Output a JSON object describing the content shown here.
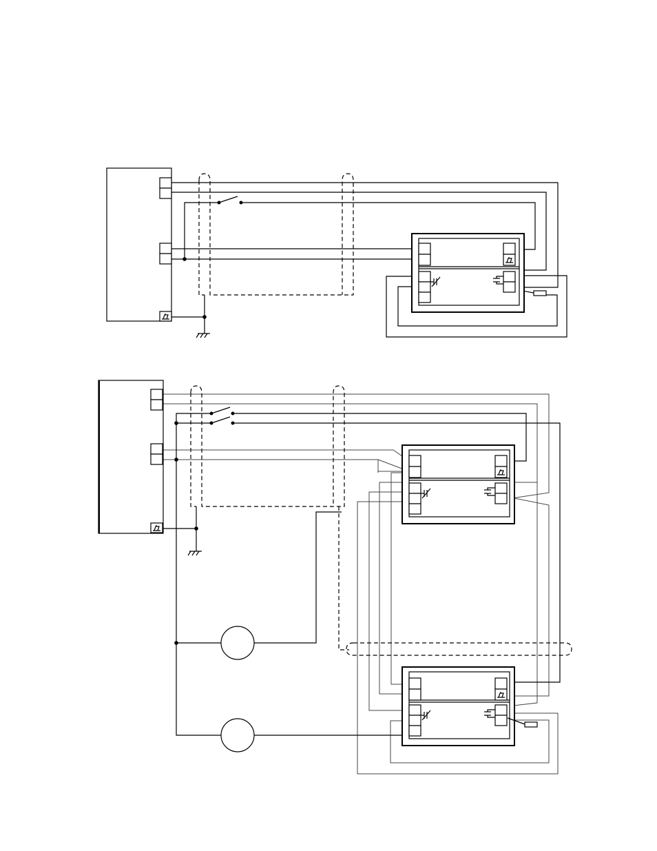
{
  "diagram": {
    "kind": "wiring schematic",
    "line_color": "#000000",
    "background": "#ffffff",
    "figures": [
      {
        "name": "single-unit-wiring",
        "components": [
          "controller",
          "cable-shield",
          "switch",
          "terminal-module",
          "ground",
          "resistor"
        ],
        "labels": []
      },
      {
        "name": "two-unit-wiring",
        "components": [
          "controller",
          "cable-shield",
          "double-switch",
          "terminal-module-upper",
          "terminal-module-lower",
          "round-device-1",
          "round-device-2",
          "ground",
          "resistor"
        ],
        "labels": []
      }
    ],
    "icons": [
      "ground-icon",
      "chassis-ground-icon",
      "variable-capacitor-icon",
      "capacitor-icon",
      "resistor-icon",
      "switch-icon"
    ]
  }
}
